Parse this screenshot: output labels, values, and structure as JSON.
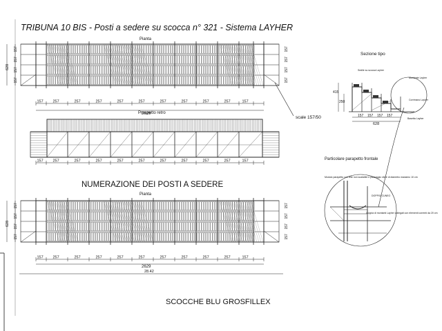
{
  "title": "TRIBUNA 10 BIS - Posti a sedere su scocca n° 321 - Sistema LAYHER",
  "plan_label": "Pianta",
  "elevation_label": "Prospetto retro",
  "section_label": "Sezione tipo",
  "parapet_label": "Particolare parapetto frontale",
  "numbering_heading": "NUMERAZIONE DEI POSTI A SEDERE",
  "numbering_plan_label": "Pianta",
  "footer_text": "SCOCCHE BLU GROSFILLEX",
  "scale_note": "scale 157/50",
  "bay_dims": [
    "157",
    "257",
    "257",
    "257",
    "257",
    "257",
    "257",
    "257",
    "257",
    "257",
    "157"
  ],
  "total_length": "2629",
  "overall_length": "28.42",
  "depth_total": "628",
  "depth_parts": [
    "157",
    "157",
    "157",
    "157"
  ],
  "section_dims": {
    "height_a": "415",
    "height_b": "250",
    "depth": "628",
    "bottom": [
      "157",
      "157",
      "157",
      "157"
    ]
  },
  "section_notes": [
    "Sedile su scocca Layher",
    "Montante Layher",
    "Corrimano Layher",
    "Basetta Layher"
  ],
  "parapet_notes": [
    "Modulo parapetto con rete non scalabile e passaggio sfere di diametro massimo 10 cm",
    "DOPPIO CUNEO",
    "Coppia di montanti Layher collegati con elementi correnti da 20 cm"
  ],
  "colors": {
    "line": "#222222",
    "fill": "#f4f4f4",
    "paper": "#ffffff"
  }
}
